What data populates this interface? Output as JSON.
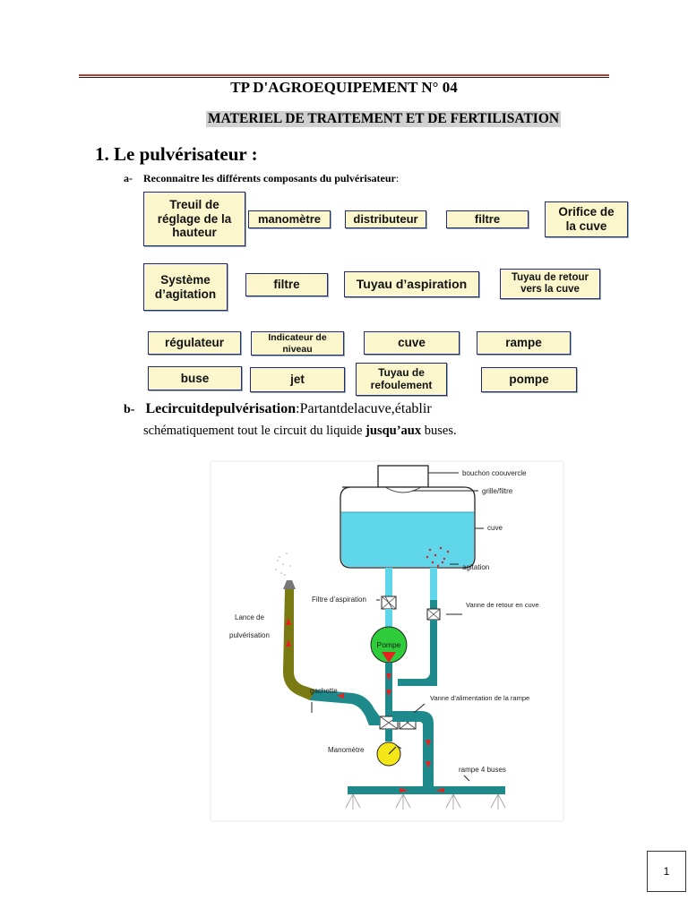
{
  "header": {
    "title": "TP D'AGROEQUIPEMENT N° 04",
    "subtitle": "MATERIEL DE TRAITEMENT ET DE FERTILISATION"
  },
  "section": {
    "heading": "1. Le pulvérisateur :",
    "part_a_marker": "a-",
    "part_a_text": "Reconnaitre les différents composants du pulvérisateur",
    "part_a_colon": ":",
    "part_b_marker": "b-",
    "part_b_bold": "Lecircuitdepulvérisation",
    "part_b_text": ":Partantdelacuve,établir",
    "part_b_line2_start": "schématiquement tout le circuit du liquide ",
    "part_b_line2_bold": "jusqu’aux",
    "part_b_line2_end": " buses."
  },
  "components": [
    {
      "line1": "Treuil de",
      "line2": "réglage de la",
      "line3": "hauteur"
    },
    {
      "line1": "manomètre"
    },
    {
      "line1": "distributeur"
    },
    {
      "line1": "filtre"
    },
    {
      "line1": "Orifice de",
      "line2": "la cuve"
    },
    {
      "line1": "Système",
      "line2": "d’agitation"
    },
    {
      "line1": "filtre"
    },
    {
      "line1": "Tuyau d’aspiration"
    },
    {
      "line1": "Tuyau de retour",
      "line2": "vers la cuve"
    },
    {
      "line1": "régulateur"
    },
    {
      "line1": "Indicateur de",
      "line2": "niveau"
    },
    {
      "line1": "cuve"
    },
    {
      "line1": "rampe"
    },
    {
      "line1": "buse"
    },
    {
      "line1": "jet"
    },
    {
      "line1": "Tuyau de",
      "line2": "refoulement"
    },
    {
      "line1": "pompe"
    }
  ],
  "diagram": {
    "labels": {
      "bouchon": "bouchon coouvercle",
      "grille": "grille/filtre",
      "cuve": "cuve",
      "agitation": "agitation",
      "filtre_aspiration": "Filtre d’aspiration",
      "vanne_retour": "Vanne de retour en cuve",
      "lance_1": "Lance de",
      "lance_2": "pulvérisation",
      "pompe": "Pompe",
      "gachette": "gachette",
      "vanne_alimentation": "Vanne d’alimentation de la rampe",
      "manometre": "Manomètre",
      "rampe": "rampe 4 buses"
    },
    "colors": {
      "water": "#5fd6ea",
      "pipe": "#1f8a8c",
      "lance": "#7a7a12",
      "pump": "#2ecc3a",
      "gauge": "#f5e61a",
      "flow": "#e52222"
    }
  },
  "page_number": "1"
}
